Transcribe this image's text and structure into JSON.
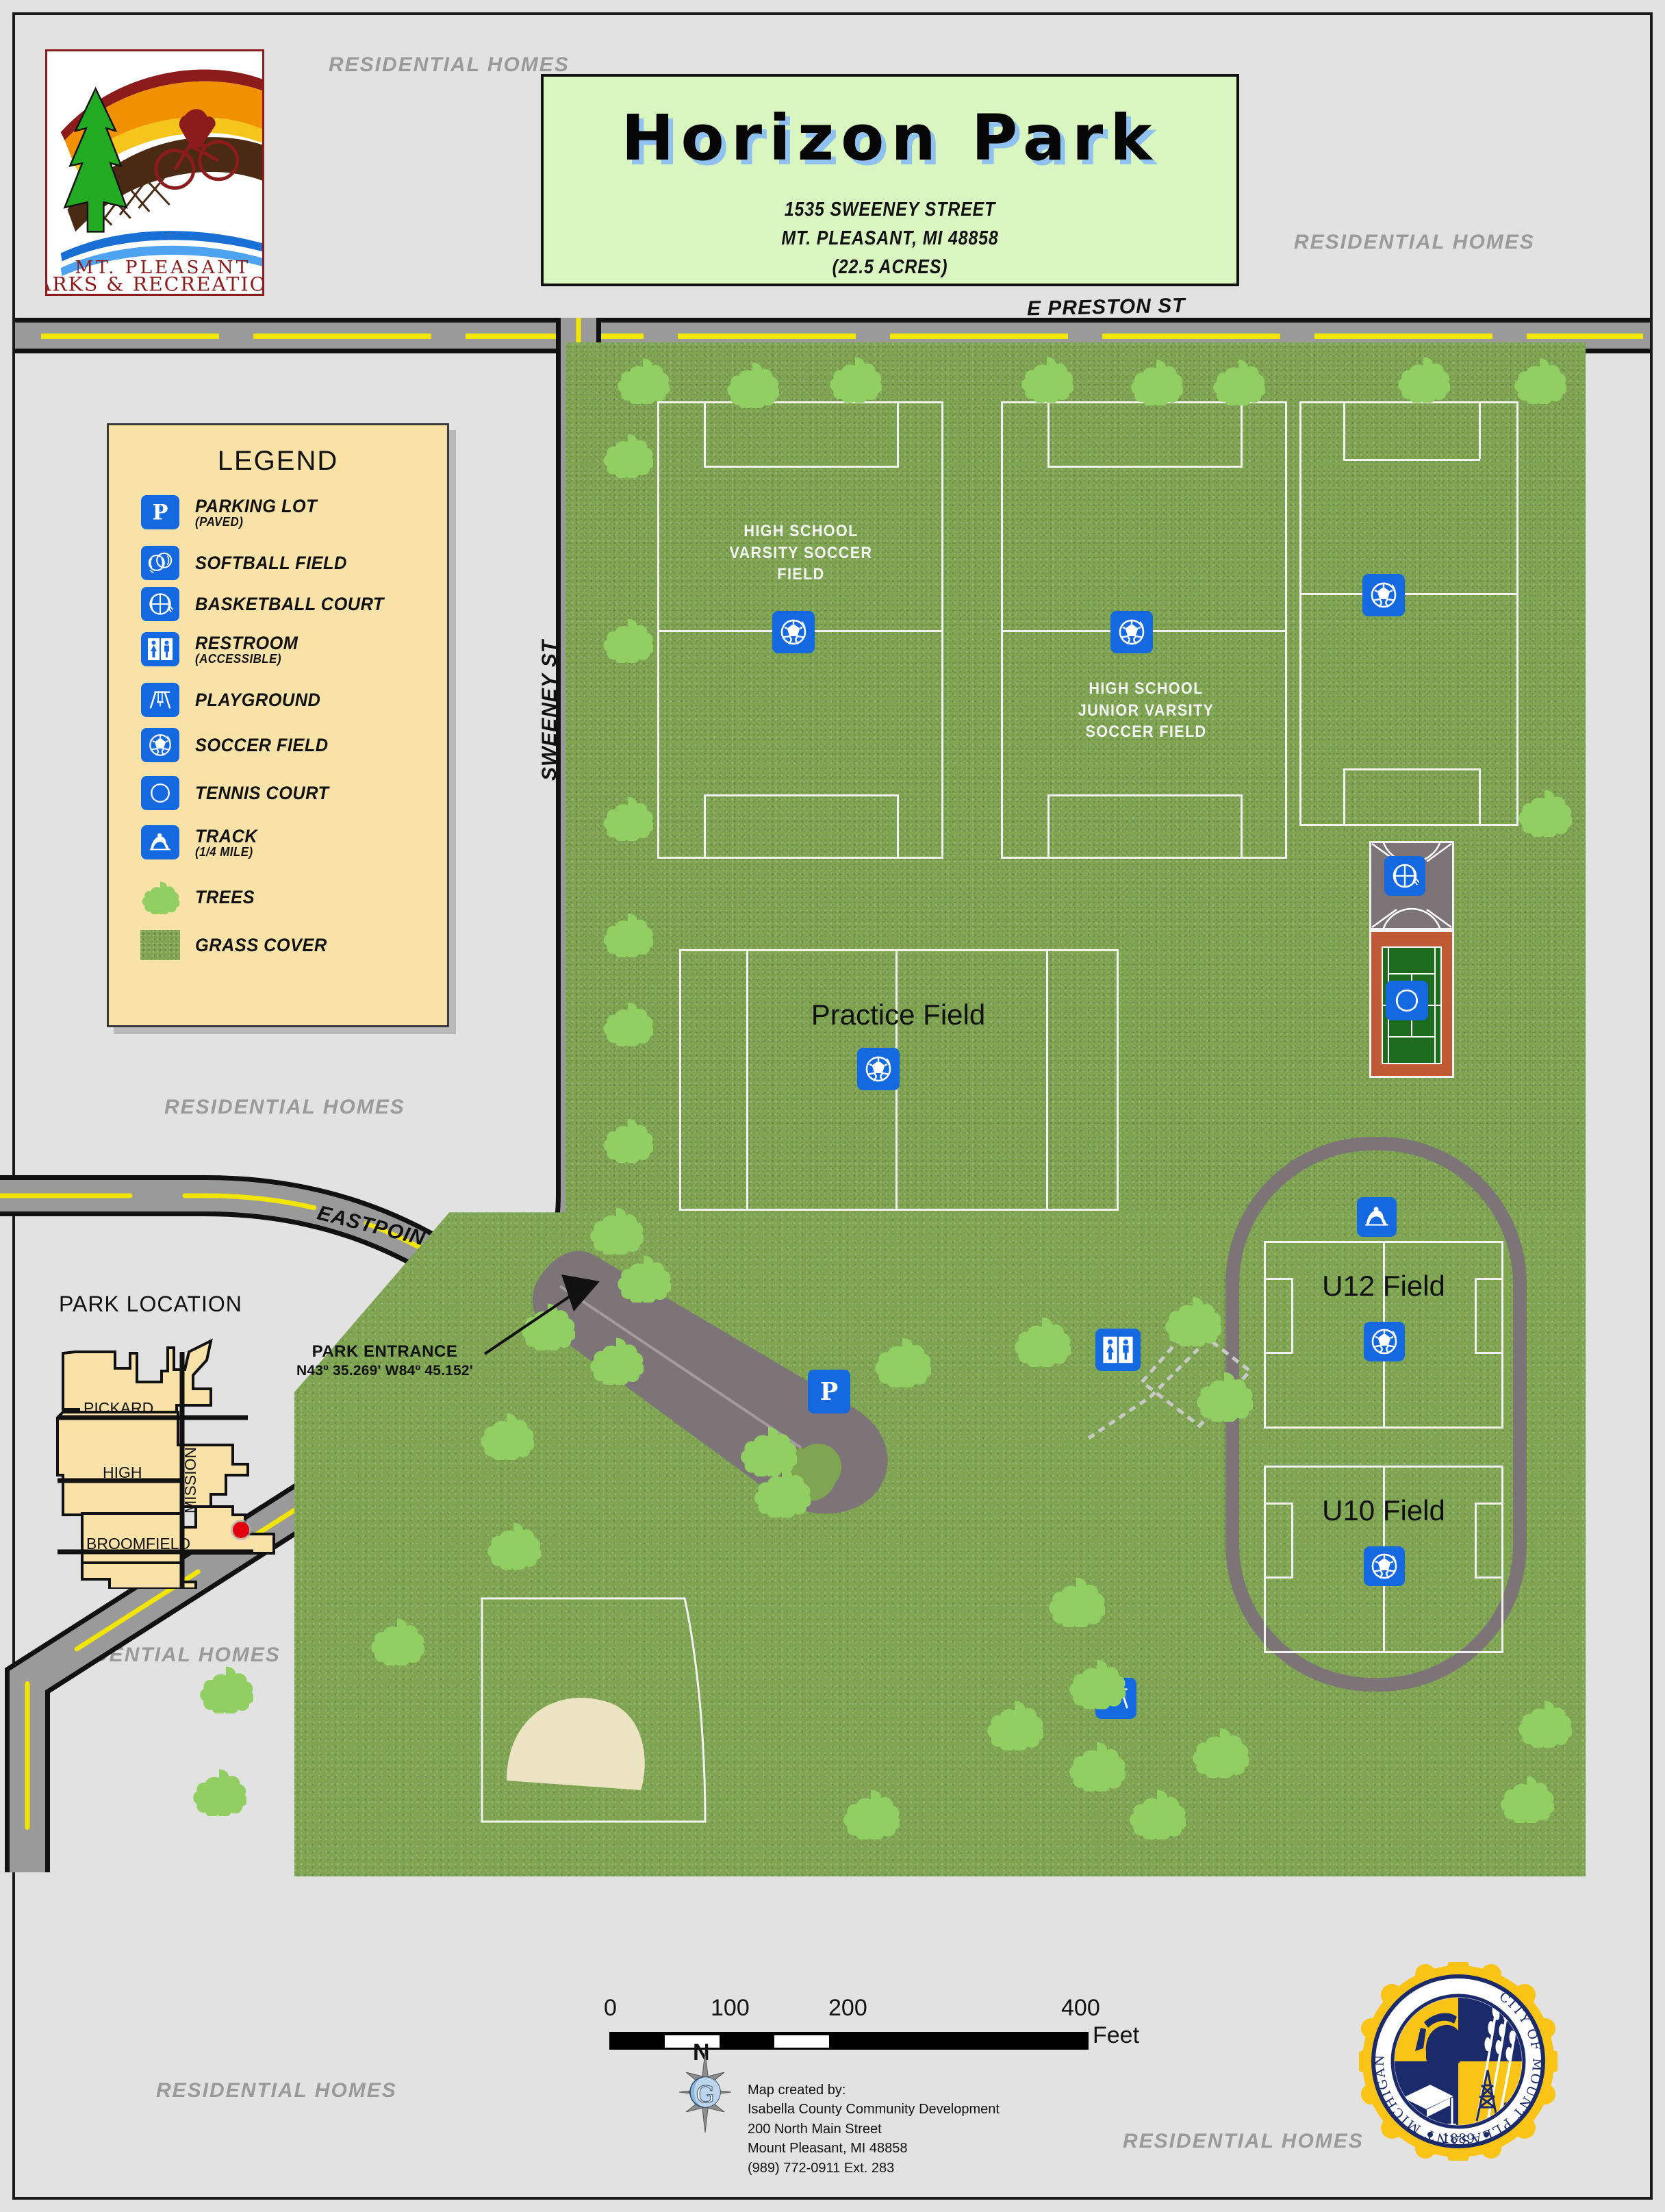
{
  "header": {
    "park_title": "Horizon Park",
    "address_line1": "1535 SWEENEY STREET",
    "address_line2": "MT. PLEASANT, MI 48858",
    "address_line3": "(22.5 ACRES)",
    "logo_line1": "MT. PLEASANT",
    "logo_line2": "PARKS & RECREATION"
  },
  "legend": {
    "title": "LEGEND",
    "items": [
      {
        "icon": "parking-icon",
        "label": "PARKING LOT",
        "sub": "(PAVED)"
      },
      {
        "icon": "softball-icon",
        "label": "SOFTBALL FIELD",
        "sub": ""
      },
      {
        "icon": "basketball-icon",
        "label": "BASKETBALL COURT",
        "sub": ""
      },
      {
        "icon": "restroom-icon",
        "label": "RESTROOM",
        "sub": "(ACCESSIBLE)"
      },
      {
        "icon": "playground-icon",
        "label": "PLAYGROUND",
        "sub": ""
      },
      {
        "icon": "soccer-icon",
        "label": "SOCCER FIELD",
        "sub": ""
      },
      {
        "icon": "tennis-icon",
        "label": "TENNIS COURT",
        "sub": ""
      },
      {
        "icon": "track-icon",
        "label": "TRACK",
        "sub": "(1/4 MILE)"
      },
      {
        "icon": "trees-icon",
        "label": "TREES",
        "sub": ""
      },
      {
        "icon": "grass-icon",
        "label": "GRASS COVER",
        "sub": ""
      }
    ]
  },
  "streets": {
    "preston": "E PRESTON ST",
    "sweeney": "SWEENEY ST",
    "eastpointe": "EASTPOINTE DR"
  },
  "surroundings": {
    "residential": "RESIDENTIAL HOMES"
  },
  "features": {
    "varsity_field": "HIGH SCHOOL\nVARSITY SOCCER\nFIELD",
    "varsity_l1": "HIGH SCHOOL",
    "varsity_l2": "VARSITY SOCCER",
    "varsity_l3": "FIELD",
    "jv_l1": "HIGH SCHOOL",
    "jv_l2": "JUNIOR VARSITY",
    "jv_l3": "SOCCER FIELD",
    "practice_field": "Practice Field",
    "u12_field": "U12 Field",
    "u10_field": "U10 Field"
  },
  "entrance": {
    "label": "PARK ENTRANCE",
    "coords": "N43º 35.269'  W84º 45.152'"
  },
  "inset": {
    "title": "PARK LOCATION",
    "streets": [
      "PICKARD",
      "HIGH",
      "BROOMFIELD",
      "MISSION"
    ]
  },
  "scale": {
    "ticks": [
      "0",
      "100",
      "200",
      "400"
    ],
    "unit": "Feet",
    "north": "N"
  },
  "credits": {
    "line1": "Map created by:",
    "line2": "Isabella County Community Development",
    "line3": "200 North Main Street",
    "line4": "Mount Pleasant, MI 48858",
    "line5": "(989) 772-0911 Ext. 283"
  },
  "seal": {
    "ring_text": "CITY OF MOUNT PLEASANT MICHIGAN",
    "year": "1889"
  },
  "colors": {
    "grass": "#7fa552",
    "pavement": "#7d7477",
    "tennis_surround": "#c05a34",
    "tennis_court": "#1d6b1d",
    "icon_blue": "#1569e0",
    "legend_bg": "#f9e2a8",
    "title_bg": "#d9f5c0",
    "page_bg": "#e2e2e2",
    "road": "#9a9a9a",
    "road_dash": "#f2e600",
    "tree": "#92cf63",
    "infield": "#ece3c3",
    "seal_gold": "#f9c415",
    "seal_navy": "#1b2a6b"
  }
}
